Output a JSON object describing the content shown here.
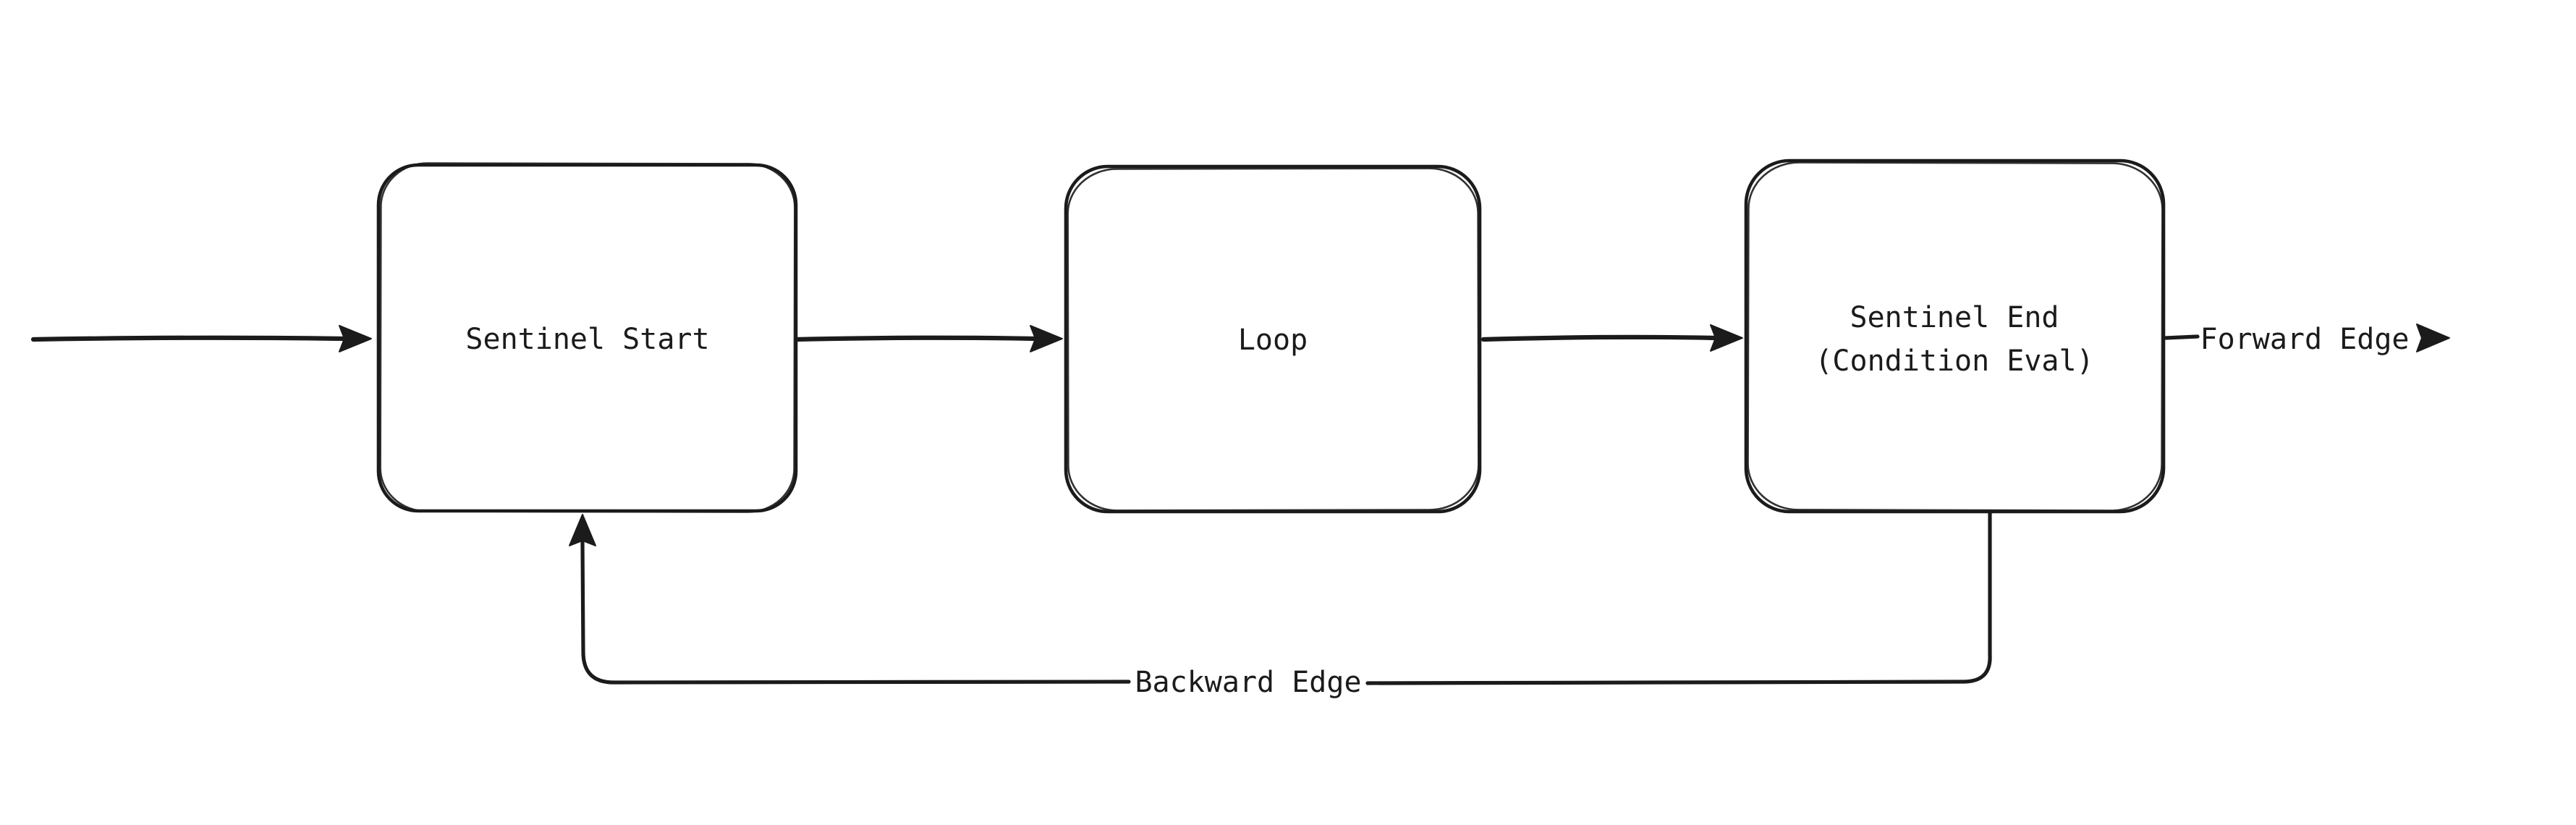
{
  "diagram": {
    "type": "flowchart",
    "style": "hand-drawn",
    "colors": {
      "background": "#ffffff",
      "stroke": "#1b1b1b",
      "text": "#1b1b1b"
    },
    "nodes": [
      {
        "id": "sentinel-start",
        "label": "Sentinel Start"
      },
      {
        "id": "loop",
        "label": "Loop"
      },
      {
        "id": "sentinel-end",
        "label_line_1": "Sentinel End",
        "label_line_2": "(Condition Eval)"
      }
    ],
    "edges": [
      {
        "id": "entry-arrow",
        "from": "(start)",
        "to": "sentinel-start",
        "label": ""
      },
      {
        "id": "start-to-loop",
        "from": "sentinel-start",
        "to": "loop",
        "label": ""
      },
      {
        "id": "loop-to-end",
        "from": "loop",
        "to": "sentinel-end",
        "label": ""
      },
      {
        "id": "forward-edge",
        "from": "sentinel-end",
        "to": "(exit)",
        "label": "Forward Edge"
      },
      {
        "id": "backward-edge",
        "from": "sentinel-end",
        "to": "sentinel-start",
        "label": "Backward Edge"
      }
    ],
    "labels": {
      "forward": "Forward Edge",
      "backward": "Backward Edge"
    }
  }
}
